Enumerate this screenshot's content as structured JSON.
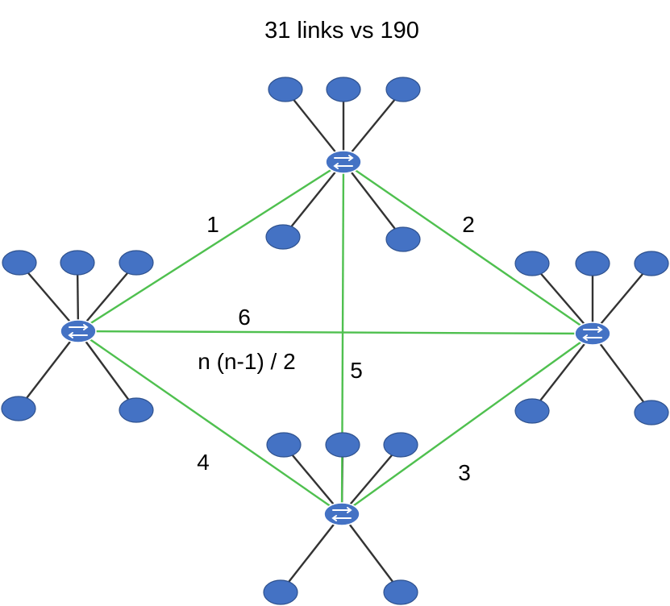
{
  "title": "31 links vs 190",
  "formula": "n (n-1) / 2",
  "link_labels": {
    "top_left": "1",
    "top_right": "2",
    "bottom_right": "3",
    "bottom_left": "4",
    "vertical": "5",
    "horizontal": "6"
  },
  "colors": {
    "trunk_link": "#4fc04f",
    "host_fill": "#4472c4",
    "switch_fill": "#4472c4",
    "host_link": "#333333"
  },
  "switch_icon": "network-switch-icon",
  "host_icon": "host-node-icon"
}
